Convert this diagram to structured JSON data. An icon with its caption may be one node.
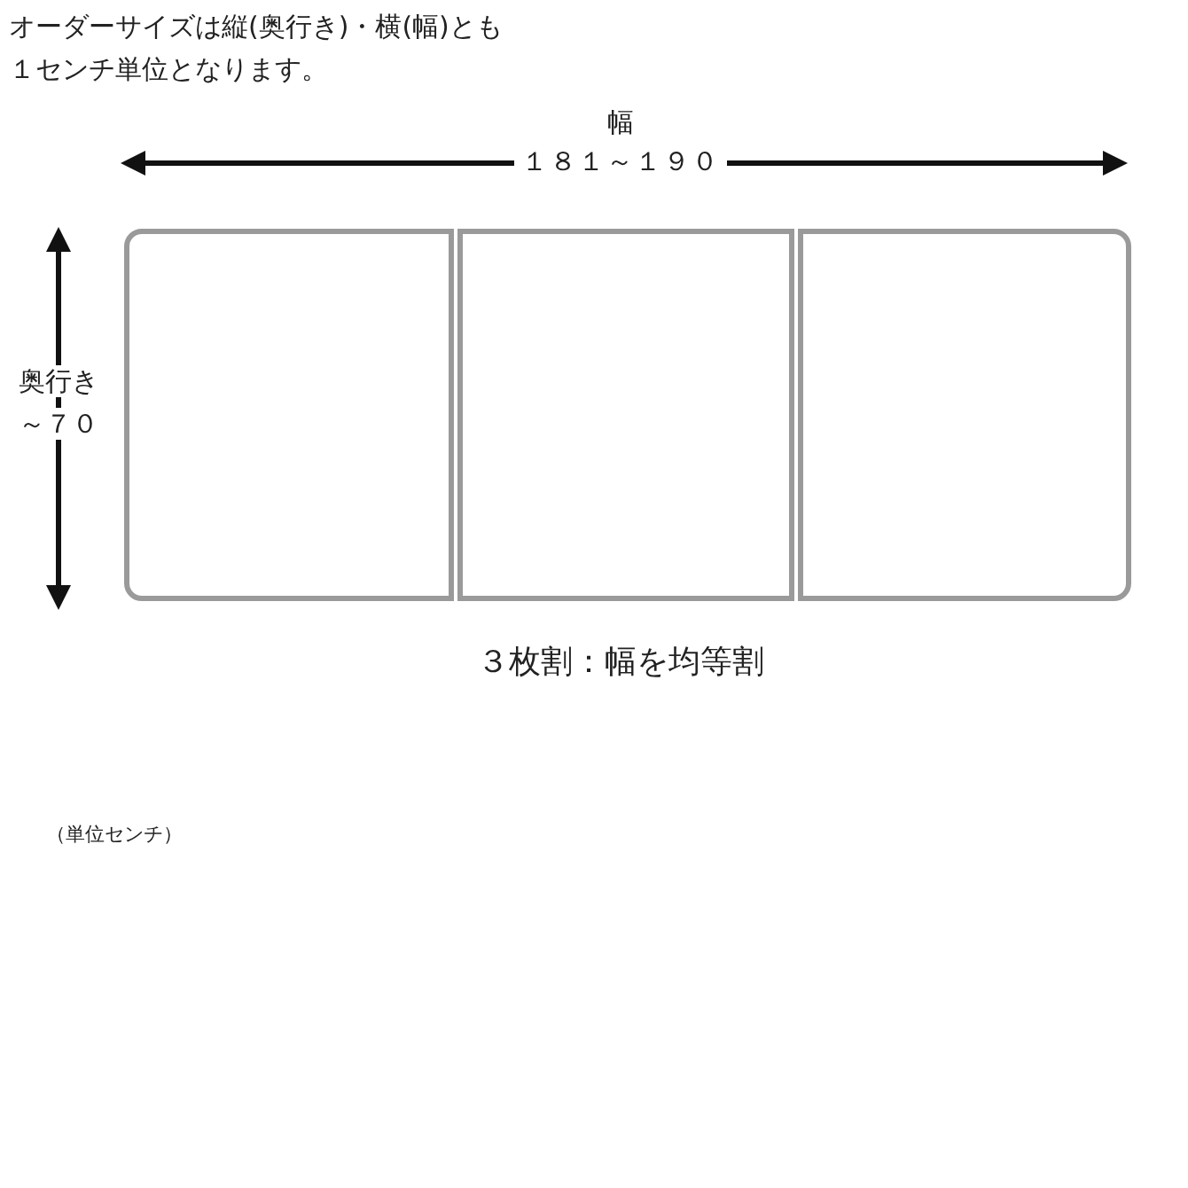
{
  "diagram": {
    "caption": "３枚割：幅を均等割",
    "nodes": [
      {
        "text": [],
        "shape": "box"
      },
      {
        "text": [],
        "shape": "box"
      },
      {
        "text": [],
        "shape": "box"
      }
    ],
    "labels": [
      "オーダーサイズは縦(奥行き)・横(幅)とも１センチ単位となります。",
      "幅",
      "１８１～１９０",
      "奥行き",
      "～７０",
      "（単位センチ）"
    ]
  }
}
